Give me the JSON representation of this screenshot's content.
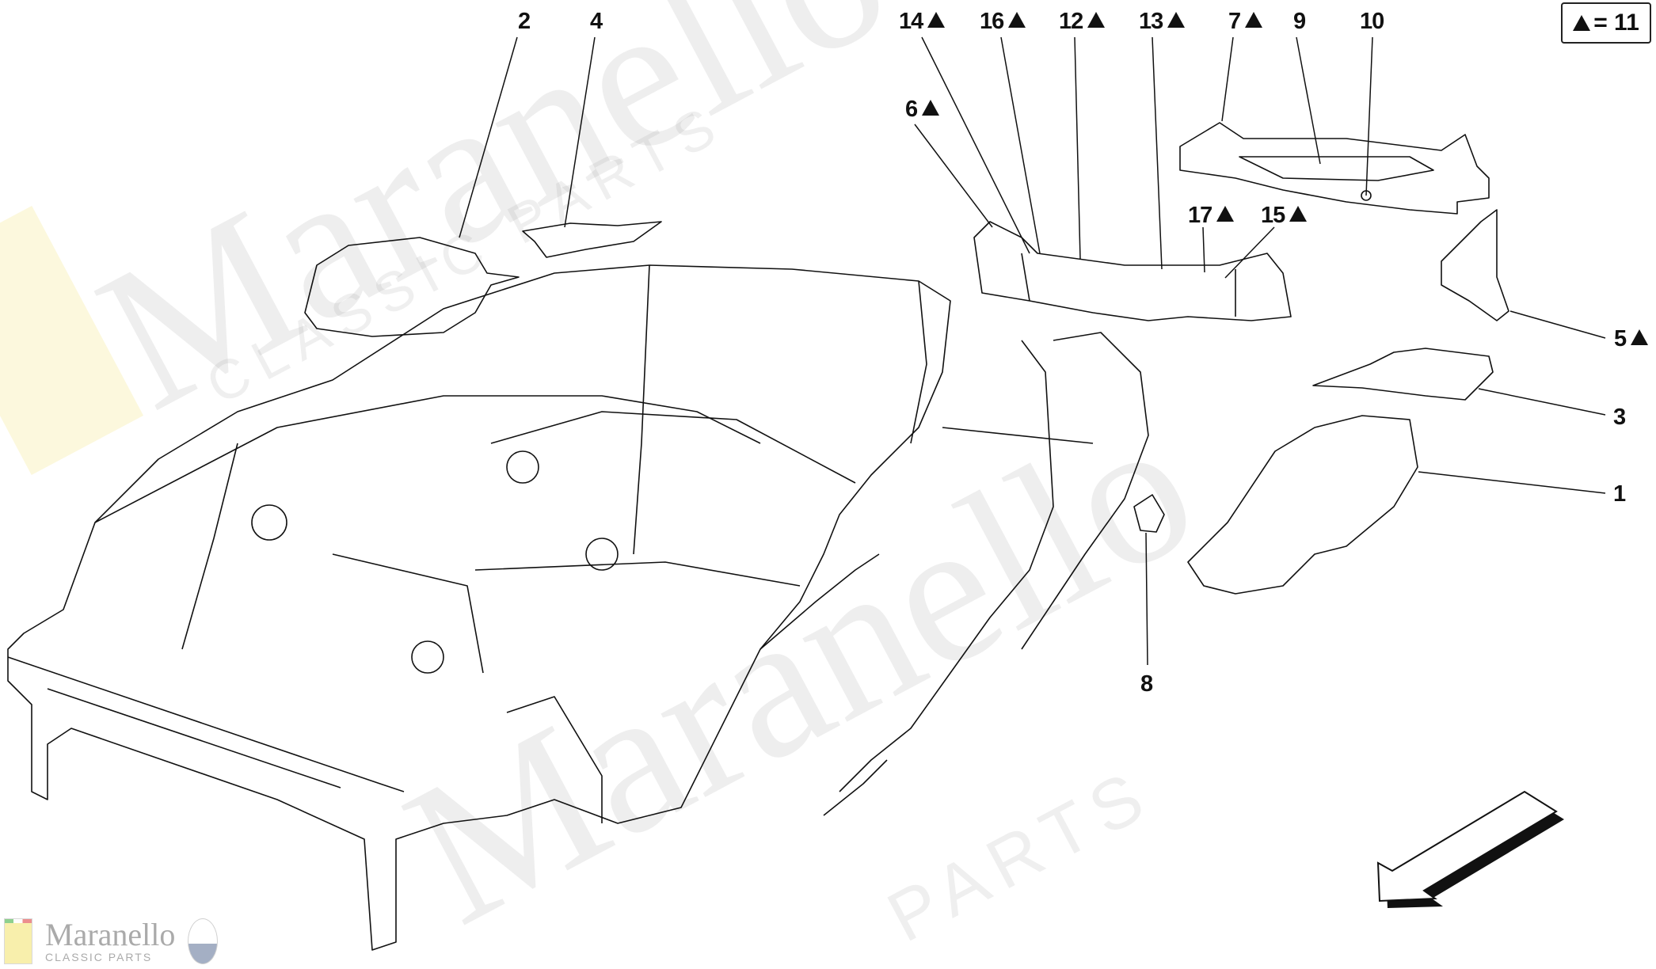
{
  "watermark": {
    "brand": "Maranello",
    "tagline": "CLASSIC PARTS",
    "secondary": "PARTS"
  },
  "logo": {
    "name": "Maranello",
    "tagline": "CLASSIC PARTS",
    "left_badge": "Ferrari",
    "right_badge": "MASERATI"
  },
  "legend": {
    "symbol": "triangle",
    "text": "= 11"
  },
  "callouts": [
    {
      "id": "2",
      "label": "2",
      "marked": false
    },
    {
      "id": "4",
      "label": "4",
      "marked": false
    },
    {
      "id": "14",
      "label": "14",
      "marked": true
    },
    {
      "id": "16",
      "label": "16",
      "marked": true
    },
    {
      "id": "12",
      "label": "12",
      "marked": true
    },
    {
      "id": "13",
      "label": "13",
      "marked": true
    },
    {
      "id": "7",
      "label": "7",
      "marked": true
    },
    {
      "id": "9",
      "label": "9",
      "marked": false
    },
    {
      "id": "10",
      "label": "10",
      "marked": false
    },
    {
      "id": "6",
      "label": "6",
      "marked": true
    },
    {
      "id": "17",
      "label": "17",
      "marked": true
    },
    {
      "id": "15",
      "label": "15",
      "marked": true
    },
    {
      "id": "5",
      "label": "5",
      "marked": true
    },
    {
      "id": "3",
      "label": "3",
      "marked": false
    },
    {
      "id": "1",
      "label": "1",
      "marked": false
    },
    {
      "id": "8",
      "label": "8",
      "marked": false
    }
  ],
  "colors": {
    "line": "#111111",
    "watermark": "#999999"
  }
}
